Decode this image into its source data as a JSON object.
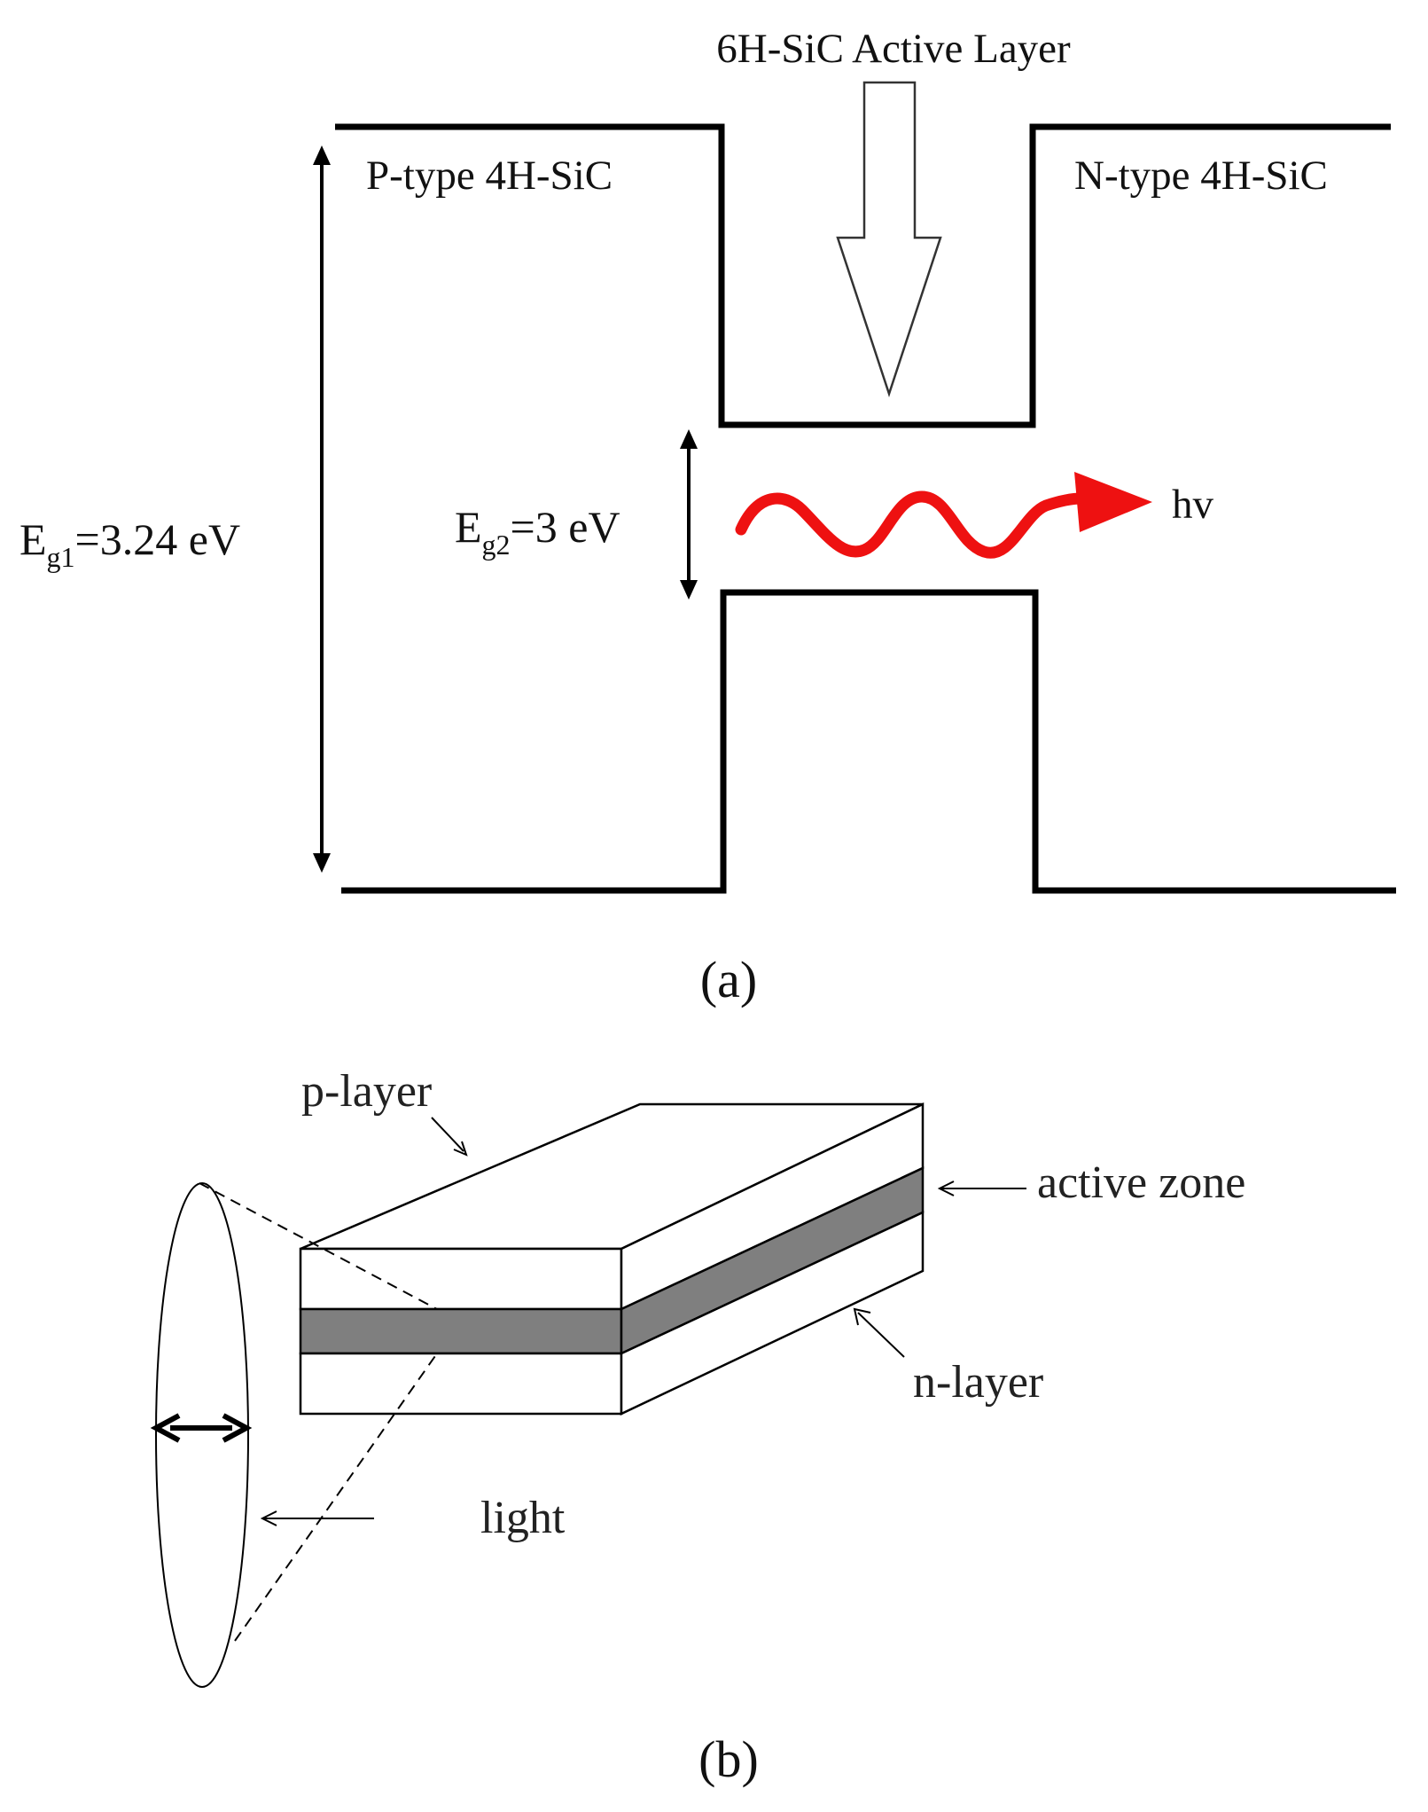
{
  "panel_a": {
    "label": "(a)",
    "active_layer_label": "6H-SiC Active Layer",
    "p_type_label": "P-type 4H-SiC",
    "n_type_label": "N-type 4H-SiC",
    "eg1": {
      "main": "E",
      "sub": "g1",
      "rest": "=3.24 eV"
    },
    "eg2": {
      "main": "E",
      "sub": "g2",
      "rest": "=3 eV"
    },
    "photon_label": "hv",
    "photon_color": "#ee1111"
  },
  "panel_b": {
    "label": "(b)",
    "p_layer_label": "p-layer",
    "active_zone_label": "active zone",
    "n_layer_label": "n-layer",
    "light_label": "light",
    "active_zone_color": "#7f7f7f"
  }
}
